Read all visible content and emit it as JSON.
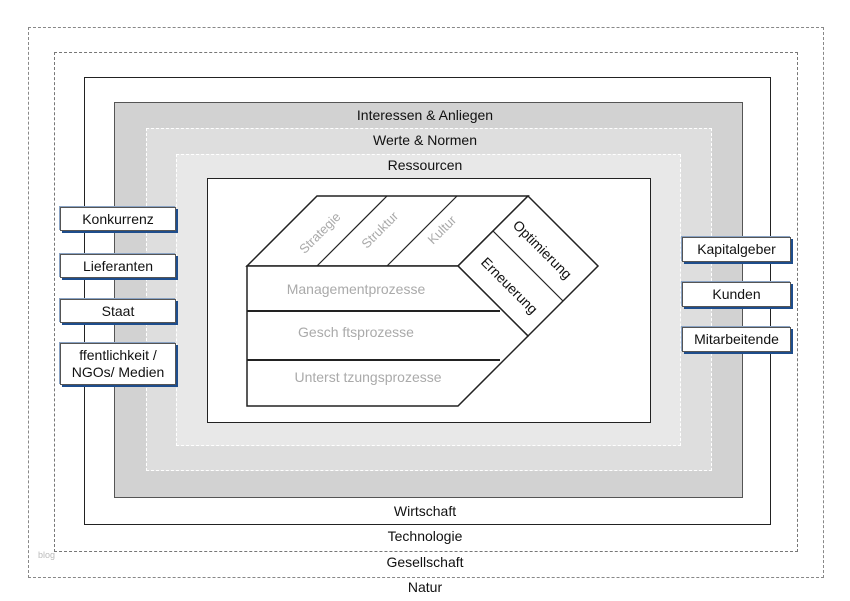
{
  "rings": {
    "natur": "Natur",
    "gesellschaft": "Gesellschaft",
    "technologie": "Technologie",
    "wirtschaft": "Wirtschaft",
    "interessen": "Interessen & Anliegen",
    "werte": "Werte & Normen",
    "ressourcen": "Ressourcen"
  },
  "left_stakeholders": [
    "Konkurrenz",
    "Lieferanten",
    "Staat",
    "ffentlichkeit / NGOs/ Medien"
  ],
  "right_stakeholders": [
    "Kapitalgeber",
    "Kunden",
    "Mitarbeitende"
  ],
  "core": {
    "top_faces": [
      "Strategie",
      "Struktur",
      "Kultur"
    ],
    "side_faces": [
      "Optimierung",
      "Erneuerung"
    ],
    "processes": [
      "Managementprozesse",
      "Gesch  ftsprozesse",
      "Unterst  tzungsprozesse"
    ]
  },
  "watermark": "blog",
  "colors": {
    "ring_dark": "#d2d2d2",
    "ring_mid": "#dedede",
    "ring_light": "#e8e8e8",
    "box_shadow": "#1e4d8c"
  }
}
